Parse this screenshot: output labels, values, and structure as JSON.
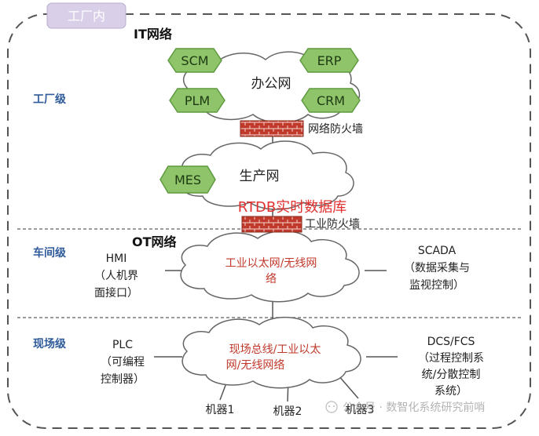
{
  "tag": "工厂内",
  "it_title": "IT网络",
  "ot_title": "OT网络",
  "levels": {
    "factory": "工厂级",
    "workshop": "车间级",
    "field": "现场级"
  },
  "office_net": "办公网",
  "production_net": "生产网",
  "systems": {
    "scm": "SCM",
    "erp": "ERP",
    "plm": "PLM",
    "crm": "CRM",
    "mes": "MES"
  },
  "firewalls": {
    "network": "网络防火墙",
    "industrial": "工业防火墙"
  },
  "rtdb": "RTDB实时数据库",
  "ethernet_cloud": [
    "工业以太网/无线网",
    "络"
  ],
  "fieldbus_cloud": [
    "现场总线/工业以太",
    "网/无线网络"
  ],
  "hmi": [
    "HMI",
    "（人机界",
    "面接口）"
  ],
  "scada": [
    "SCADA",
    "（数据采集与",
    "监视控制）"
  ],
  "plc": [
    "PLC",
    "（可编程",
    "控制器）"
  ],
  "dcs": [
    "DCS/FCS",
    "（过程控制系",
    "统/分散控制",
    "系统）"
  ],
  "machines": [
    "机器1",
    "机器2",
    "机器3"
  ],
  "watermark": "公众号 · 数智化系统研究前哨",
  "colors": {
    "hex_fill": "#8fc46b",
    "hex_stroke": "#5e9a3e",
    "level_text": "#2f5b9a",
    "cloud_text": "#c0392b",
    "rtdb": "#e03030",
    "tag_fill": "#d9cfe8",
    "firewall": "#c0392b"
  }
}
